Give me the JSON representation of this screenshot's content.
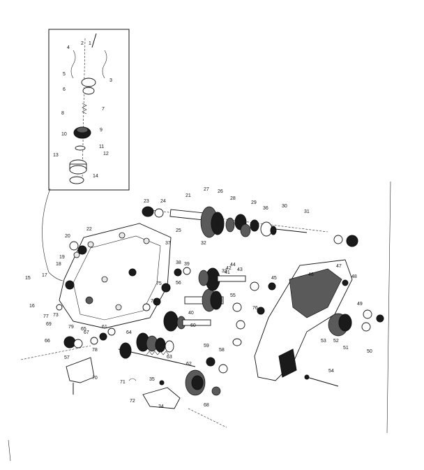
{
  "diagram": {
    "part_labels": [
      "1",
      "2",
      "3",
      "4",
      "5",
      "6",
      "7",
      "8",
      "9",
      "10",
      "11",
      "12",
      "13",
      "14",
      "15",
      "16",
      "17",
      "18",
      "19",
      "20",
      "21",
      "22",
      "23",
      "24",
      "25",
      "26",
      "27",
      "28",
      "29",
      "30",
      "31",
      "32",
      "33",
      "34",
      "35",
      "36",
      "37",
      "38",
      "39",
      "40",
      "41",
      "42",
      "43",
      "44",
      "45",
      "46",
      "47",
      "48",
      "49",
      "50",
      "51",
      "52",
      "53",
      "54",
      "55",
      "56",
      "57",
      "58",
      "59",
      "60",
      "61",
      "62",
      "63",
      "64",
      "65",
      "66",
      "67",
      "68",
      "69",
      "70",
      "71",
      "72",
      "73",
      "74",
      "75",
      "76",
      "77",
      "78",
      "79"
    ]
  }
}
